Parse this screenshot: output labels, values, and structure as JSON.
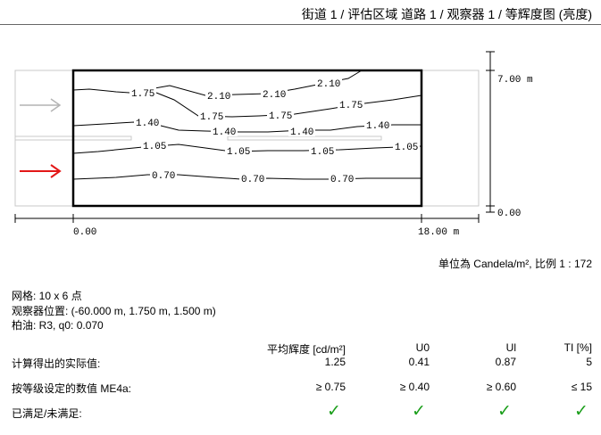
{
  "header": {
    "title": "街道 1 / 评估区域 道路 1 / 观察器 1 / 等辉度图 (亮度)"
  },
  "diagram": {
    "width_label_left": "0.00",
    "width_label_right": "18.00 m",
    "height_label_top": "7.00 m",
    "height_label_bottom": "0.00",
    "contour_labels": [
      "1.75",
      "2.10",
      "2.10",
      "2.10",
      "1.75",
      "1.75",
      "1.75",
      "1.40",
      "1.40",
      "1.40",
      "1.40",
      "1.05",
      "1.05",
      "1.05",
      "1.05",
      "0.70",
      "0.70",
      "0.70"
    ]
  },
  "unit_scale": "单位為 Candela/m², 比例 1 : 172",
  "info": {
    "grid": "网格: 10 x 6 点",
    "observer": "观察器位置: (-60.000 m, 1.750 m, 1.500 m)",
    "surface": "柏油: R3, q0: 0.070"
  },
  "results": {
    "headers": [
      "平均辉度 [cd/m²]",
      "U0",
      "Ul",
      "TI [%]"
    ],
    "rows": [
      {
        "label": "计算得出的实际值:",
        "values": [
          "1.25",
          "0.41",
          "0.87",
          "5"
        ]
      },
      {
        "label": "按等级设定的数值 ME4a:",
        "values": [
          "≥ 0.75",
          "≥ 0.40",
          "≥ 0.60",
          "≤ 15"
        ]
      },
      {
        "label": "已满足/未满足:",
        "values": [
          "✓",
          "✓",
          "✓",
          "✓"
        ]
      }
    ]
  }
}
